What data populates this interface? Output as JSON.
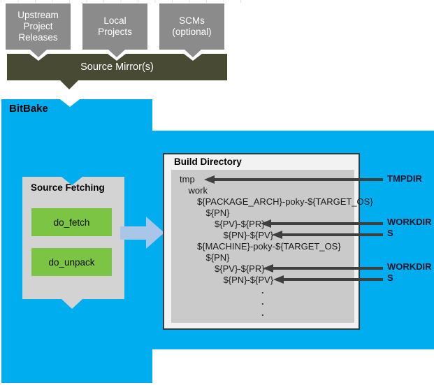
{
  "colors": {
    "bitbake_blue": "#00AEEF",
    "source_box_gray": "#8B8B8B",
    "mirror_olive": "#494A33",
    "fetch_panel_gray": "#D3D3D3",
    "directory_inner_gray": "#CACACA",
    "task_green": "#7CC444",
    "annotation_arrow_gray": "#3F3F3F",
    "flow_arrow_blue": "#A9C5E8"
  },
  "sources": [
    {
      "label": "Upstream Project Releases"
    },
    {
      "label": "Local Projects"
    },
    {
      "label": "SCMs (optional)"
    }
  ],
  "source_mirrors": {
    "label": "Source Mirror(s)"
  },
  "bitbake": {
    "label": "BitBake"
  },
  "source_fetching": {
    "title": "Source Fetching",
    "tasks": [
      {
        "label": "do_fetch"
      },
      {
        "label": "do_unpack"
      }
    ]
  },
  "build_directory": {
    "title": "Build Directory",
    "tree": [
      {
        "text": "tmp",
        "level": 0
      },
      {
        "text": "work",
        "level": 1
      },
      {
        "text": "${PACKAGE_ARCH}-poky-${TARGET_OS}",
        "level": 2
      },
      {
        "text": "${PN}",
        "level": 3
      },
      {
        "text": "${PV}-${PR}",
        "level": 4
      },
      {
        "text": "${PN}-${PV}",
        "level": 5
      },
      {
        "text": "${MACHINE}-poky-${TARGET_OS}",
        "level": 2
      },
      {
        "text": "${PN}",
        "level": 3
      },
      {
        "text": "${PV}-${PR}",
        "level": 4
      },
      {
        "text": "${PN}-${PV}",
        "level": 5
      }
    ],
    "ellipsis": [
      ".",
      ".",
      "."
    ]
  },
  "annotations": [
    {
      "label": "TMPDIR",
      "points_to": "tmp"
    },
    {
      "label": "WORKDIR",
      "points_to": "${PV}-${PR}"
    },
    {
      "label": "S",
      "points_to": "${PN}-${PV}"
    },
    {
      "label": "WORKDIR",
      "points_to": "${PV}-${PR}"
    },
    {
      "label": "S",
      "points_to": "${PN}-${PV}"
    }
  ]
}
